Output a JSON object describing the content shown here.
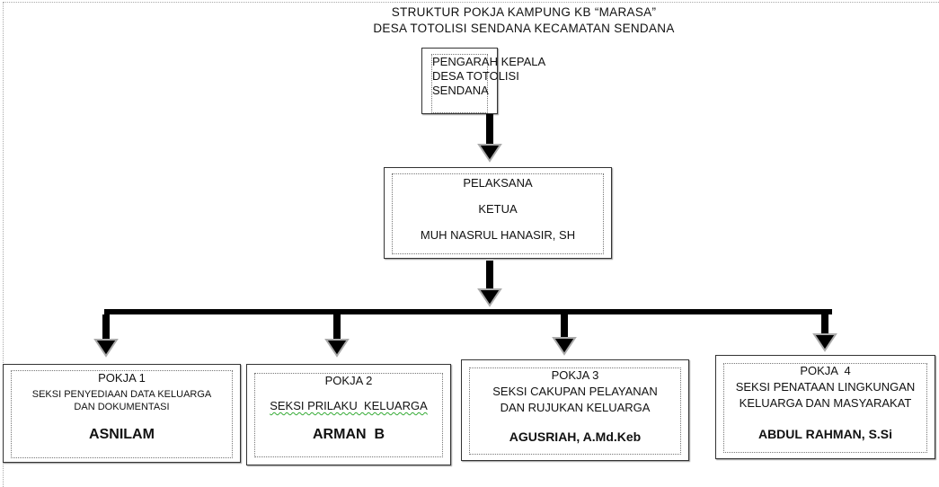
{
  "title": {
    "line1": "STRUKTUR POKJA KAMPUNG KB “MARASA”",
    "line2": "DESA TOTOLISI SENDANA KECAMATAN SENDANA"
  },
  "pengarah": {
    "line1": "PENGARAH KEPALA",
    "line2": "DESA TOTOLISI",
    "line3": "SENDANA"
  },
  "pelaksana": {
    "label": "PELAKSANA",
    "role": "KETUA",
    "name": "MUH NASRUL HANASIR, SH"
  },
  "pokja": [
    {
      "title": "POKJA 1",
      "section1": "SEKSI PENYEDIAAN DATA KELUARGA",
      "section2": "DAN DOKUMENTASI",
      "name": "ASNILAM"
    },
    {
      "title": "POKJA 2",
      "section1": "SEKSI PRILAKU  KELUARGA",
      "name": "ARMAN  B"
    },
    {
      "title": "POKJA 3",
      "section1": "SEKSI CAKUPAN PELAYANAN",
      "section2": "DAN RUJUKAN KELUARGA",
      "name": "AGUSRIAH, A.Md.Keb"
    },
    {
      "title": "POKJA  4",
      "section1": "SEKSI PENATAAN LINGKUNGAN",
      "section2": "KELUARGA DAN MASYARAKAT",
      "name": "ABDUL RAHMAN, S.Si"
    }
  ]
}
